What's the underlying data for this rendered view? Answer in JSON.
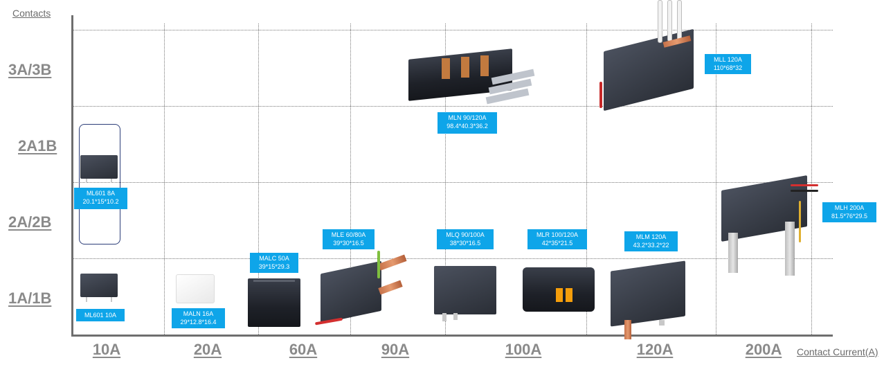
{
  "axes": {
    "y_title": "Contacts",
    "x_title": "Contact Current(A)",
    "y_labels": [
      "3A/3B",
      "2A1B",
      "2A/2B",
      "1A/1B"
    ],
    "x_labels": [
      "10A",
      "20A",
      "60A",
      "90A",
      "100A",
      "120A",
      "200A"
    ]
  },
  "colors": {
    "tag_bg": "#0ea5e9",
    "tag_text": "#ffffff",
    "axis": "#6e6e6e",
    "label": "#8a8a8a",
    "highlight": "#2b3d78"
  },
  "products": {
    "ml601_8a": {
      "name": "ML601 8A",
      "dims": "20.1*15*10.2"
    },
    "ml601_10a": {
      "name": "ML601 10A",
      "dims": ""
    },
    "maln_16a": {
      "name": "MALN 16A",
      "dims": "29*12.8*16.4"
    },
    "malc_50a": {
      "name": "MALC 50A",
      "dims": "39*15*29.3"
    },
    "mle": {
      "name": "MLE 60/80A",
      "dims": "39*30*16.5"
    },
    "mlq": {
      "name": "MLQ 90/100A",
      "dims": "38*30*16.5"
    },
    "mlr": {
      "name": "MLR 100/120A",
      "dims": "42*35*21.5"
    },
    "mlm": {
      "name": "MLM 120A",
      "dims": "43.2*33.2*22"
    },
    "mln": {
      "name": "MLN 90/120A",
      "dims": "98.4*40.3*36.2"
    },
    "mll": {
      "name": "MLL 120A",
      "dims": "110*68*32"
    },
    "mlh": {
      "name": "MLH 200A",
      "dims": "81.5*76*29.5"
    }
  }
}
